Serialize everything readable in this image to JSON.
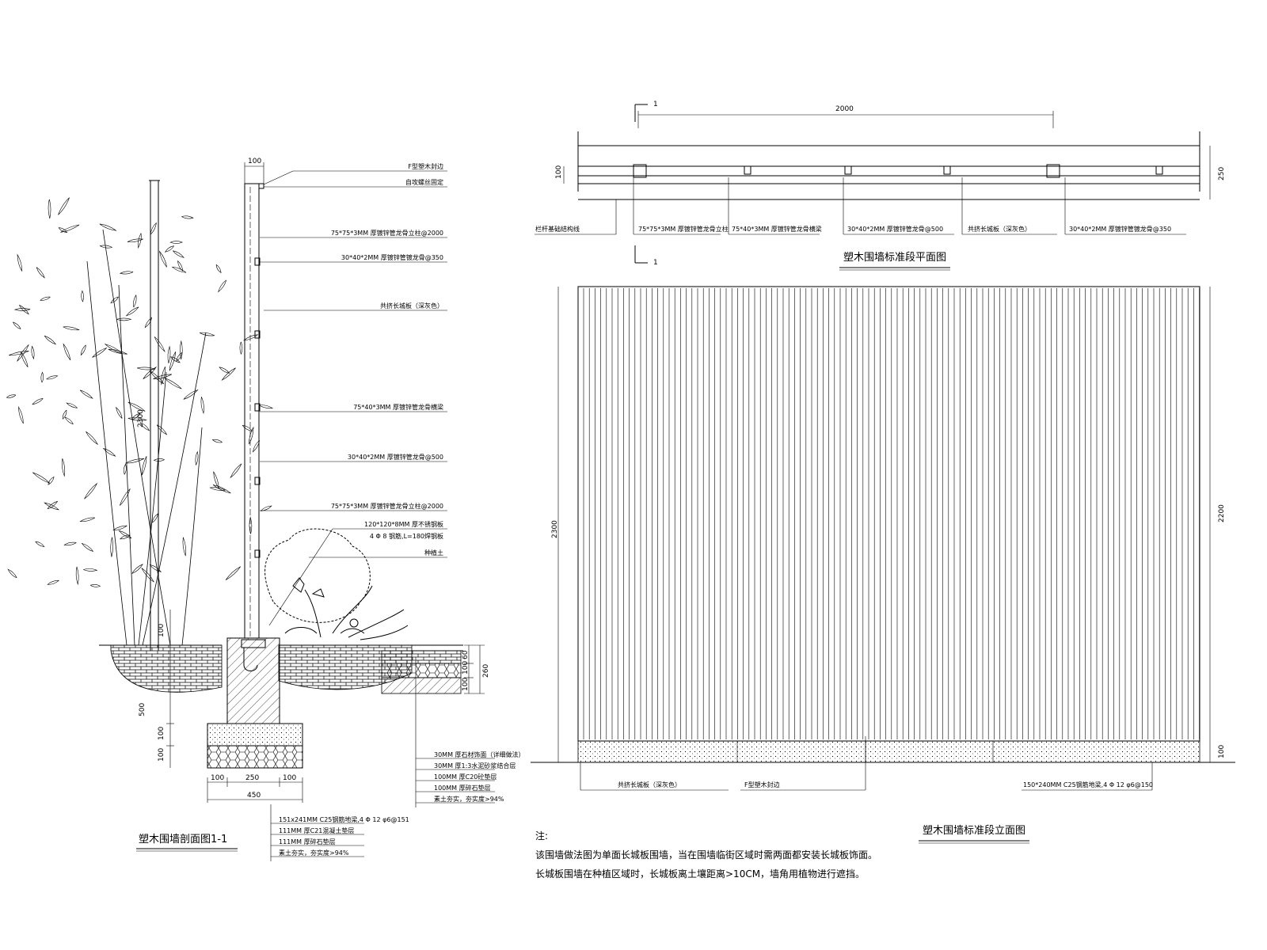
{
  "section": {
    "title": "塑木围墙剖面图1-1",
    "top_dim": "100",
    "height_dim": "2300",
    "callouts": [
      "F型塑木封边",
      "自攻螺丝固定",
      "75*75*3MM  厚镀锌管龙骨立柱@2000",
      "30*40*2MM 厚镀锌管镀龙骨@350",
      "共挤长城板（深灰色）",
      "75*40*3MM  厚镀锌管龙骨横梁",
      "30*40*2MM 厚镀锌管龙骨@500",
      "75*75*3MM  厚镀锌管龙骨立柱@2000",
      "120*120*8MM  厚不锈钢板",
      "4 Φ 8 钢筋,L=180焊钢板",
      "种植土"
    ],
    "footing_dims": [
      "100",
      "250",
      "100"
    ],
    "footing_total": "450",
    "left_vdims": [
      "100",
      "500",
      "100",
      "100"
    ],
    "right_vdims": [
      "60",
      "100",
      "100",
      "260"
    ],
    "paving_layers": [
      "30MM  厚石材饰面（详细做法）",
      "30MM  厚1:3水泥砂浆结合层",
      "100MM  厚C20砼垫层",
      "100MM  厚碎石垫层",
      "素土夯实，夯实度>94%"
    ],
    "footing_layers": [
      "151x241MM C25钢筋地梁,4 Φ 12  φ6@151",
      "111MM  厚C21混凝土垫层",
      "111MM  厚碎石垫层",
      "素土夯实，夯实度>94%"
    ]
  },
  "plan": {
    "title": "塑木围墙标准段平面图",
    "section_mark": "1",
    "span_dim": "2000",
    "left_dim": "100",
    "right_dim": "250",
    "callouts": [
      "栏杆基础结构线",
      "75*75*3MM  厚镀锌管龙骨立柱",
      "75*40*3MM  厚镀锌管龙骨横梁",
      "30*40*2MM 厚镀锌管龙骨@500",
      "共挤长城板（深灰色）",
      "30*40*2MM 厚镀锌管镀龙骨@350"
    ]
  },
  "elevation": {
    "title": "塑木围墙标准段立面图",
    "left_dim": "2300",
    "right_dim": "2200",
    "base_dim": "100",
    "callouts": [
      "共挤长城板（深灰色）",
      "F型塑木封边",
      "150*240MM  C25钢筋地梁,4 Φ 12  φ6@150"
    ]
  },
  "notes": {
    "heading": "注:",
    "lines": [
      "该围墙做法图为单面长城板围墙，当在围墙临街区域时需两面都安装长城板饰面。",
      "长城板围墙在种植区域时，长城板离土壤距离>10CM，墙角用植物进行遮挡。"
    ]
  }
}
